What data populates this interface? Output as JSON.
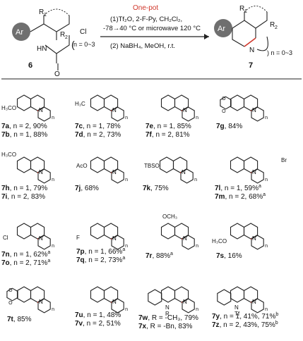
{
  "scheme": {
    "reactant": {
      "compound": "6",
      "labels": [
        "Ar",
        "R",
        "1",
        "R",
        "2",
        "HN",
        "O",
        "Cl",
        "n = 0~3"
      ]
    },
    "product": {
      "compound": "7",
      "labels": [
        "Ar",
        "R",
        "1",
        "R",
        "2",
        "N",
        ") n = 0~3"
      ]
    },
    "one_pot": "One-pot",
    "step1": "(1)Tf₂O, 2-F-Py, CH₂Cl₂,",
    "step1_conditions": "-78→40 °C or microwave 120 °C",
    "step2": "(2) NaBH₄, MeOH, r.t."
  },
  "compounds": [
    {
      "id": "7a",
      "rest": ", n = 2, 90%"
    },
    {
      "id": "7b",
      "rest": ", n = 1, 88%"
    },
    {
      "id": "7c",
      "rest": ", n = 1, 78%"
    },
    {
      "id": "7d",
      "rest": ", n = 2, 73%"
    },
    {
      "id": "7e",
      "rest": ", n = 1, 85%"
    },
    {
      "id": "7f",
      "rest": ", n = 2, 81%"
    },
    {
      "id": "7g",
      "rest": ", 84%"
    },
    {
      "id": "7h",
      "rest": ", n = 1, 79%"
    },
    {
      "id": "7i",
      "rest": ", n = 2, 83%"
    },
    {
      "id": "7j",
      "rest": ", 68%"
    },
    {
      "id": "7k",
      "rest": ", 75%"
    },
    {
      "id": "7l",
      "rest": ", n = 1, 59%",
      "sup": "a"
    },
    {
      "id": "7m",
      "rest": ", n = 2, 68%",
      "sup": "a"
    },
    {
      "id": "7n",
      "rest": ", n = 1, 62%",
      "sup": "a"
    },
    {
      "id": "7o",
      "rest": ", n = 2, 71%",
      "sup": "a"
    },
    {
      "id": "7p",
      "rest": ", n = 1, 66%",
      "sup": "a"
    },
    {
      "id": "7q",
      "rest": ", n = 2, 73%",
      "sup": "a"
    },
    {
      "id": "7r",
      "rest": ", 88%",
      "sup": "a"
    },
    {
      "id": "7s",
      "rest": ", 16%"
    },
    {
      "id": "7t",
      "rest": ", 85%"
    },
    {
      "id": "7u",
      "rest": ", n = 1, 48%"
    },
    {
      "id": "7v",
      "rest": ", n = 2, 51%"
    },
    {
      "id": "7w",
      "rest": ", R = -CH₃, 79%"
    },
    {
      "id": "7x",
      "rest": ", R = -Bn, 83%"
    },
    {
      "id": "7y",
      "rest": ", n = 1, 41%, 71%",
      "sup": "b"
    },
    {
      "id": "7z",
      "rest": ", n = 2, 43%, 75%",
      "sup": "b"
    }
  ],
  "substituents": {
    "methoxy": "H₃CO",
    "methyl": "H₃C",
    "acetoxy": "AcO",
    "tbso": "TBSO",
    "bromo": "Br",
    "chloro": "Cl",
    "fluoro": "F",
    "och3": "OCH₃",
    "n": "n",
    "N": "N",
    "R": "R",
    "Tf": "Tf",
    "O": "O"
  },
  "colors": {
    "accent": "#d0362a",
    "ink": "#111111",
    "ball": "#6f6f6f"
  }
}
